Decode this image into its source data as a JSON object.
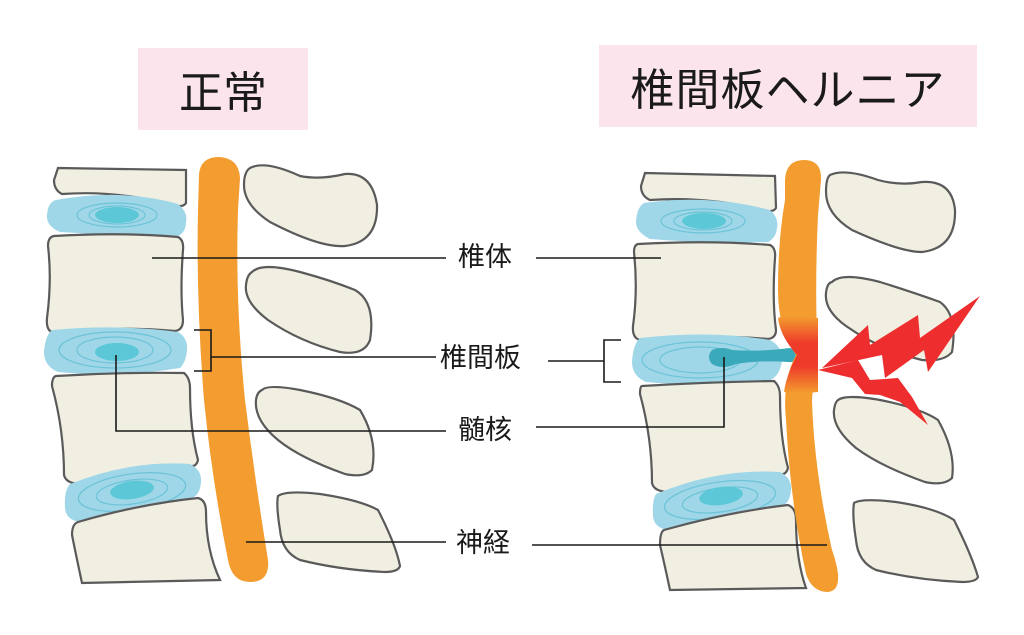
{
  "titles": {
    "normal": "正常",
    "hernia": "椎間板ヘルニア"
  },
  "labels": {
    "vertebral_body": "椎体",
    "intervertebral_disc": "椎間板",
    "nucleus_pulposus": "髄核",
    "nerve": "神経"
  },
  "colors": {
    "title_background": "#fce4ec",
    "bone": "#f1efe2",
    "disc": "#9fd7e8",
    "nucleus": "#5cc7d6",
    "herniated_nucleus": "#3aa9b9",
    "nerve": "#f39c2f",
    "pain_bolt": "#ee2e2e"
  }
}
